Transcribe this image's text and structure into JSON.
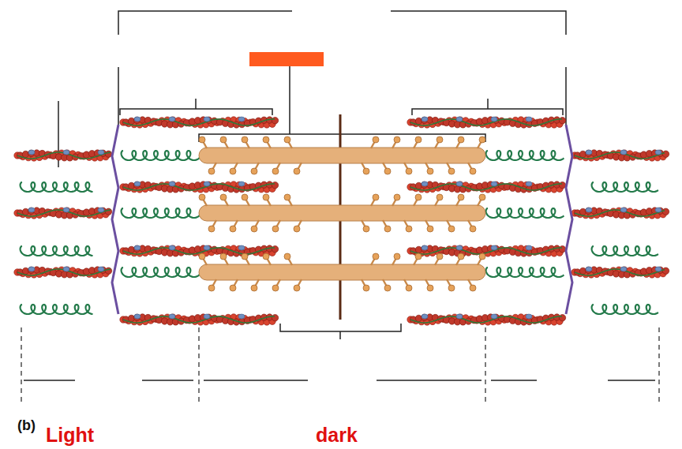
{
  "diagram": {
    "labels": [
      "(b)",
      "Light",
      "dark"
    ]
  }
}
